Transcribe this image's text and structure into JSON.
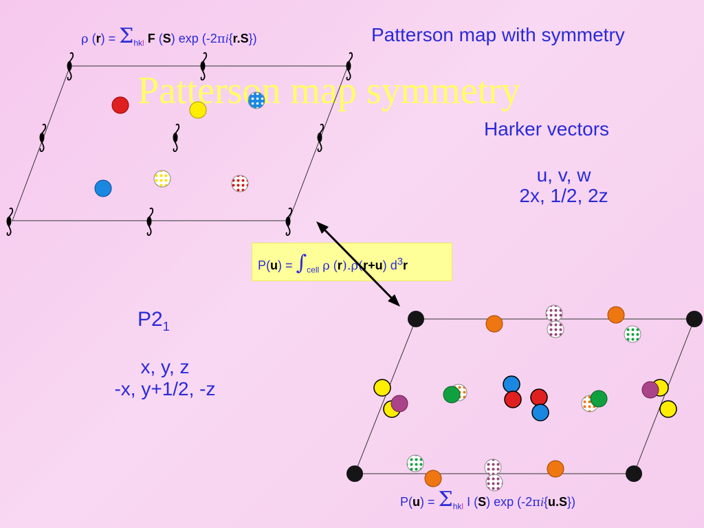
{
  "ghost_title": "Patterson map symmetry",
  "title": "Patterson map with symmetry",
  "harker": {
    "heading": "Harker vectors",
    "line1": "u, v, w",
    "line2": "2x, 1/2, 2z"
  },
  "space_group": {
    "base": "P2",
    "sub": "1",
    "op1": "x, y, z",
    "op2": "-x, y+1/2, -z"
  },
  "eq_rho": {
    "rho": "ρ",
    "r": "r",
    "equals": " = ",
    "sigma": "Σ",
    "h": "h",
    "k": "k",
    "l": "l",
    "F": "F",
    "S": "S",
    "exp": "exp (-2",
    "pi": "π",
    "i": "i",
    "rS": "r.S",
    "close": "})"
  },
  "eq_int": {
    "P": "P(",
    "u": "u",
    "mid": ") = ",
    "int": "∫",
    "cell": "cell",
    "rho": "ρ",
    "r": "r",
    "dot": ").ρ(",
    "rpu": "r+u",
    "close": ")",
    "d": "d",
    "cube": "3",
    "rr": "r"
  },
  "eq_pu": {
    "P": "P(",
    "u": "u",
    "mid": ") = ",
    "sigma": "Σ",
    "h": "h",
    "k": "k",
    "l": "l",
    "I": "I (",
    "S": "S",
    "exp": ") exp (-2",
    "pi": "π",
    "i": "i",
    "uS": "u.S",
    "close": "})"
  },
  "colors": {
    "background": "#f7cdee",
    "text_blue": "#2a2ad8",
    "ghost_yellow": "#ffff66",
    "box_yellow": "#ffff99",
    "red": "#e02020",
    "yellow": "#ffee00",
    "blue": "#1a88e0",
    "orange": "#ee7711",
    "green": "#11a040",
    "purple": "#aa4488",
    "black": "#151515"
  }
}
